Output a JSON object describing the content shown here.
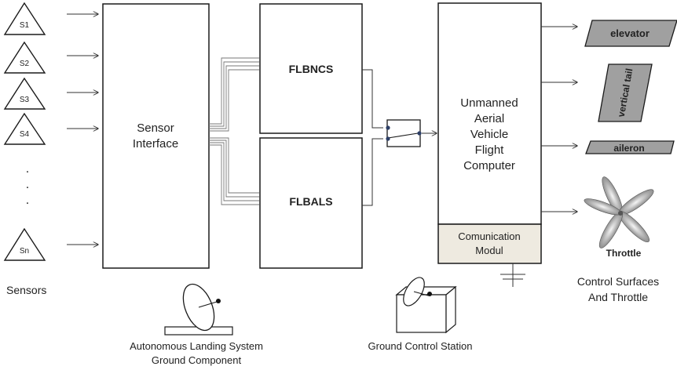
{
  "sensors": {
    "items": [
      "S1",
      "S2",
      "S3",
      "S4",
      "Sn"
    ],
    "ellipsis": ".",
    "caption": "Sensors"
  },
  "sensor_interface": {
    "line1": "Sensor",
    "line2": "Interface"
  },
  "flbncs": {
    "label": "FLBNCS"
  },
  "flbals": {
    "label": "FLBALS"
  },
  "flight_computer": {
    "lines": [
      "Unmanned",
      "Aerial",
      "Vehicle",
      "Flight",
      "Computer"
    ]
  },
  "communication": {
    "line1": "Comunication",
    "line2": "Modul"
  },
  "control_surfaces": {
    "elevator": "elevator",
    "vertical_tail": "vertical tail",
    "aileron": "aileron",
    "throttle": "Throttle",
    "caption_line1": "Control Surfaces",
    "caption_line2": "And Throttle"
  },
  "ground_landing": {
    "line1": "Autonomous Landing System",
    "line2": "Ground  Component"
  },
  "ground_station": {
    "label": "Ground Control Station"
  },
  "colors": {
    "stroke": "#1a1a1a",
    "comm_fill": "#eeeae0",
    "surface_fill": "#a0a0a0",
    "switch_node": "#2c3e66"
  }
}
